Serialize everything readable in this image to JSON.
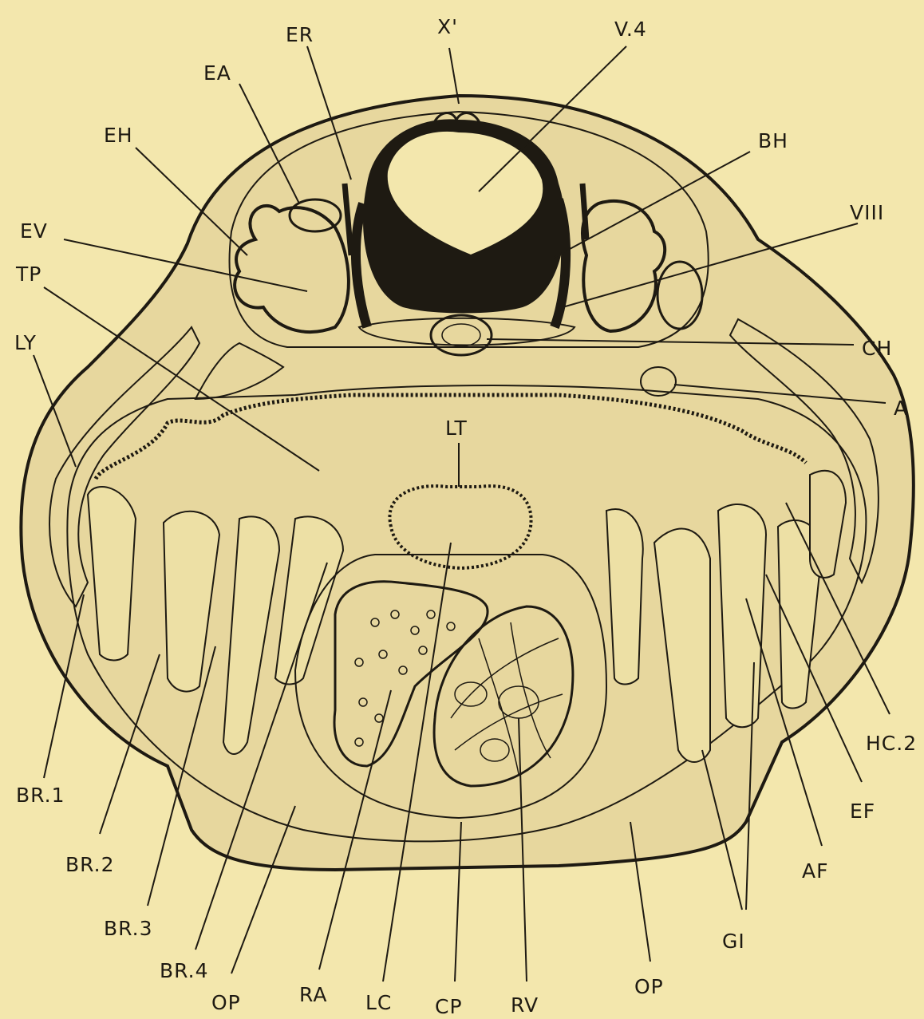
{
  "labels": {
    "x": "X'",
    "er": "ER",
    "v4": "V.4",
    "ea": "EA",
    "eh": "EH",
    "bh": "BH",
    "viii": "VIII",
    "ev": "EV",
    "tp": "TP",
    "ly": "LY",
    "ch": "CH",
    "a": "A",
    "lt": "LT",
    "hc2": "HC.2",
    "ef": "EF",
    "af": "AF",
    "gi": "GI",
    "br1": "BR.1",
    "br2": "BR.2",
    "br3": "BR.3",
    "br4": "BR.4",
    "op_left": "OP",
    "ra": "RA",
    "lc": "LC",
    "cp": "CP",
    "rv": "RV",
    "op_right": "OP"
  },
  "colors": {
    "paper": "#f3e7ad",
    "tissue_shade": "#e7d79e",
    "ink": "#1e1a12"
  }
}
